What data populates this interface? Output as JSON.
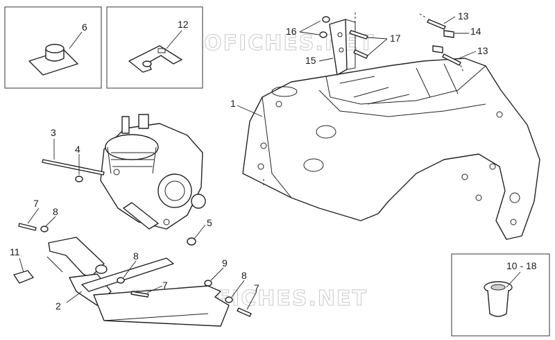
{
  "diagram": {
    "watermark": "MICROFICHES.NET",
    "callouts": {
      "c1": "1",
      "c2": "2",
      "c3": "3",
      "c4": "4",
      "c5": "5",
      "c6": "6",
      "c7a": "7",
      "c7b": "7",
      "c7c": "7",
      "c8a": "8",
      "c8b": "8",
      "c8c": "8",
      "c9": "9",
      "c11": "11",
      "c12": "12",
      "c13a": "13",
      "c13b": "13",
      "c14": "14",
      "c15": "15",
      "c16": "16",
      "c17": "17",
      "c1018": "10 - 18"
    }
  }
}
